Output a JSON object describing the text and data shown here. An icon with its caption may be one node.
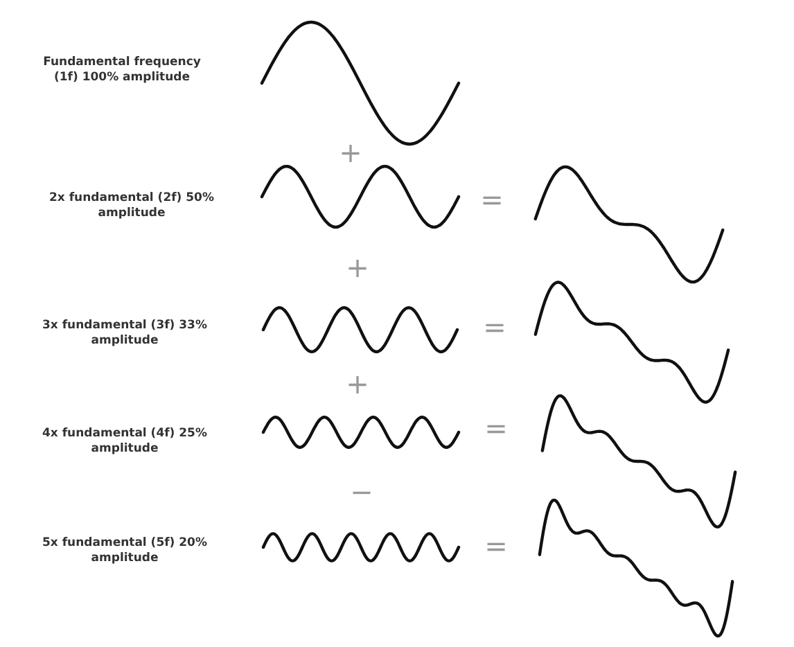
{
  "diagram": {
    "labels": [
      "Fundamental frequency (1f) 100% amplitude",
      "+",
      "2x fundamental (2f) 50% amplitude",
      "=",
      "+",
      "3x fundamental (3f) 33% amplitude",
      "=",
      "+",
      "4x fundamental (4f) 25% amplitude",
      "=",
      "−",
      "5x fundamental (5f) 20% amplitude",
      "="
    ]
  }
}
